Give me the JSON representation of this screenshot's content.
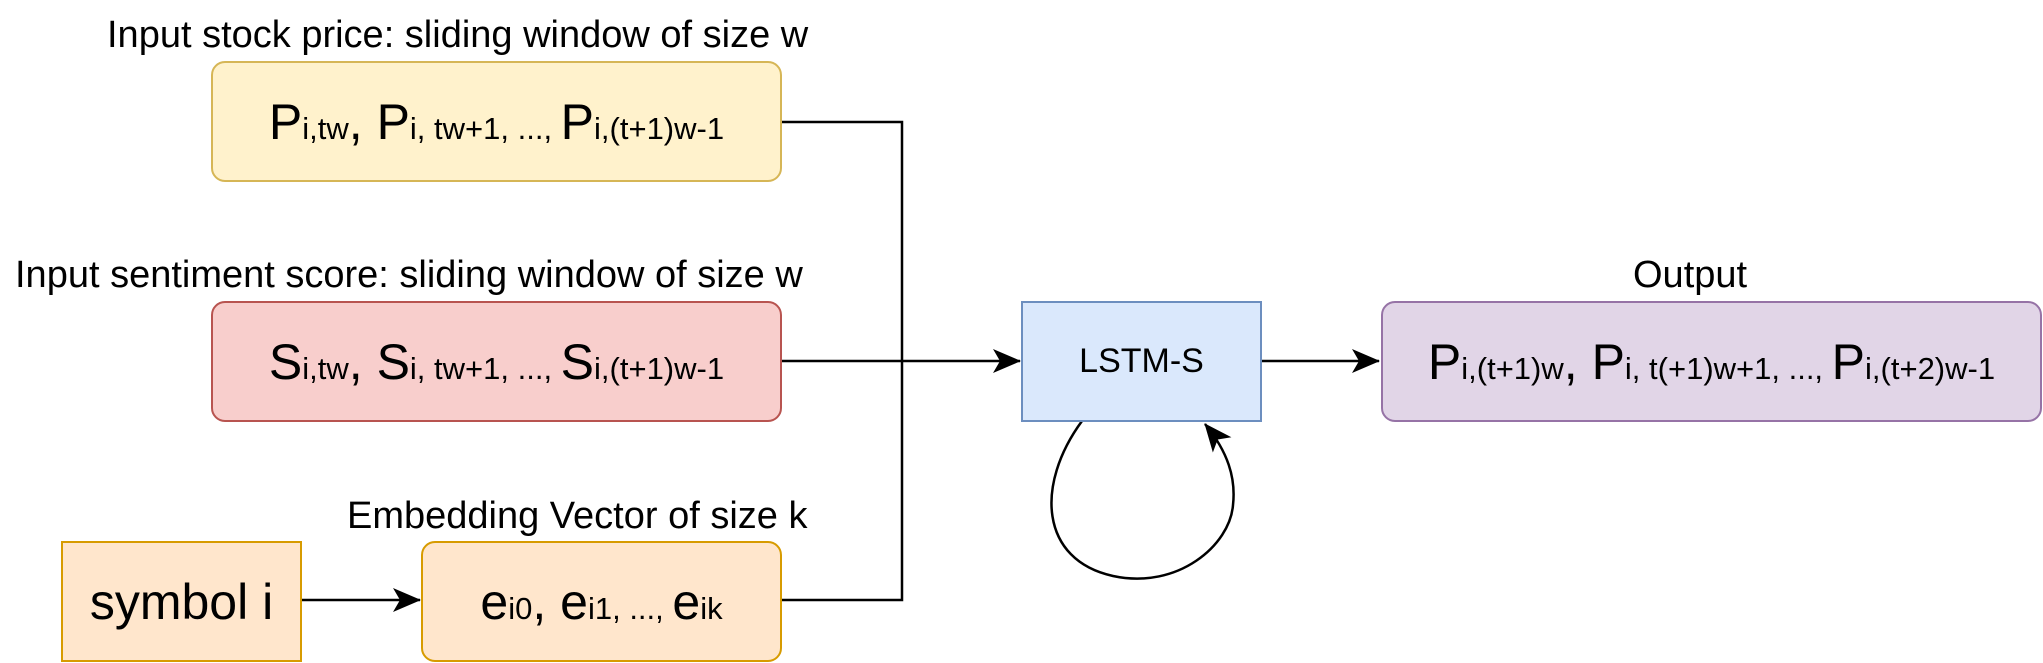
{
  "labels": {
    "price": "Input stock price: sliding window of size w",
    "sentiment": "Input sentiment score: sliding window of size w",
    "embedding": "Embedding Vector of size k",
    "output": "Output"
  },
  "price_box": {
    "terms": [
      {
        "base": "P",
        "sub": "i,tw",
        "sep": ", "
      },
      {
        "base": "P",
        "sub": "i, tw+1, ..., ",
        "sep": ""
      },
      {
        "base": "P",
        "sub": "i,(t+1)w-1",
        "sep": ""
      }
    ]
  },
  "sentiment_box": {
    "terms": [
      {
        "base": "S",
        "sub": "i,tw",
        "sep": ", "
      },
      {
        "base": "S",
        "sub": "i, tw+1, ..., ",
        "sep": ""
      },
      {
        "base": "S",
        "sub": "i,(t+1)w-1",
        "sep": ""
      }
    ]
  },
  "symbol_box": {
    "label": "symbol i"
  },
  "embedding_box": {
    "terms": [
      {
        "base": "e",
        "sub": "i0",
        "sep": ", "
      },
      {
        "base": "e",
        "sub": "i1, ..., ",
        "sep": ""
      },
      {
        "base": "e",
        "sub": "ik",
        "sep": ""
      }
    ]
  },
  "lstm_box": {
    "label": "LSTM-S"
  },
  "output_box": {
    "terms": [
      {
        "base": "P",
        "sub": "i,(t+1)w",
        "sep": ", "
      },
      {
        "base": "P",
        "sub": "i, t(+1)w+1, ..., ",
        "sep": ""
      },
      {
        "base": "P",
        "sub": "i,(t+2)w-1",
        "sep": ""
      }
    ]
  },
  "colors": {
    "price_fill": "#fff2cc",
    "price_stroke": "#d6b656",
    "sentiment_fill": "#f8cecc",
    "sentiment_stroke": "#b85450",
    "symbol_fill": "#ffe6cc",
    "symbol_stroke": "#d79b00",
    "lstm_fill": "#dae8fc",
    "lstm_stroke": "#6c8ebf",
    "output_fill": "#e1d5e7",
    "output_stroke": "#9673a6",
    "line": "#000000"
  }
}
